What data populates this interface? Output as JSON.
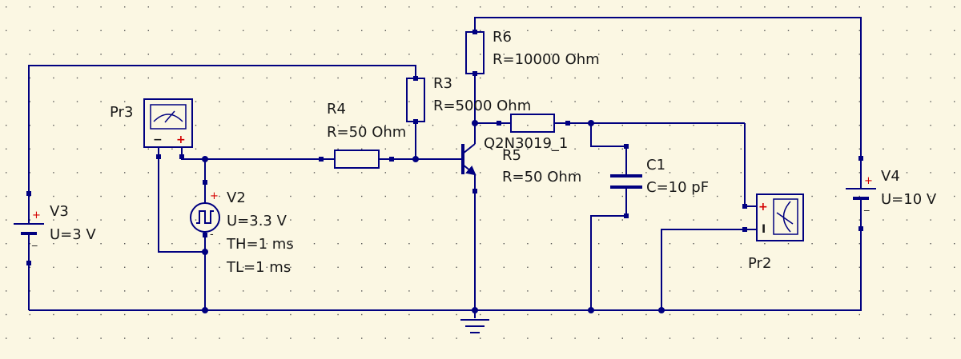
{
  "components": {
    "v3": {
      "name": "V3",
      "value": "U=3 V"
    },
    "v2": {
      "name": "V2",
      "u": "U=3.3 V",
      "th": "TH=1 ms",
      "tl": "TL=1 ms"
    },
    "v4": {
      "name": "V4",
      "value": "U=10 V"
    },
    "r3": {
      "name": "R3",
      "value": "R=5000 Ohm"
    },
    "r4": {
      "name": "R4",
      "value": "R=50 Ohm"
    },
    "r5": {
      "name": "R5",
      "value": "R=50 Ohm"
    },
    "r6": {
      "name": "R6",
      "value": "R=10000 Ohm"
    },
    "c1": {
      "name": "C1",
      "value": "C=10 pF"
    },
    "q1": {
      "name": "Q2N3019_1"
    },
    "pr2": {
      "name": "Pr2"
    },
    "pr3": {
      "name": "Pr3"
    }
  },
  "colors": {
    "wire": "#000080",
    "background": "#fbf7e3",
    "grid": "#555555",
    "plus": "#d40000"
  }
}
